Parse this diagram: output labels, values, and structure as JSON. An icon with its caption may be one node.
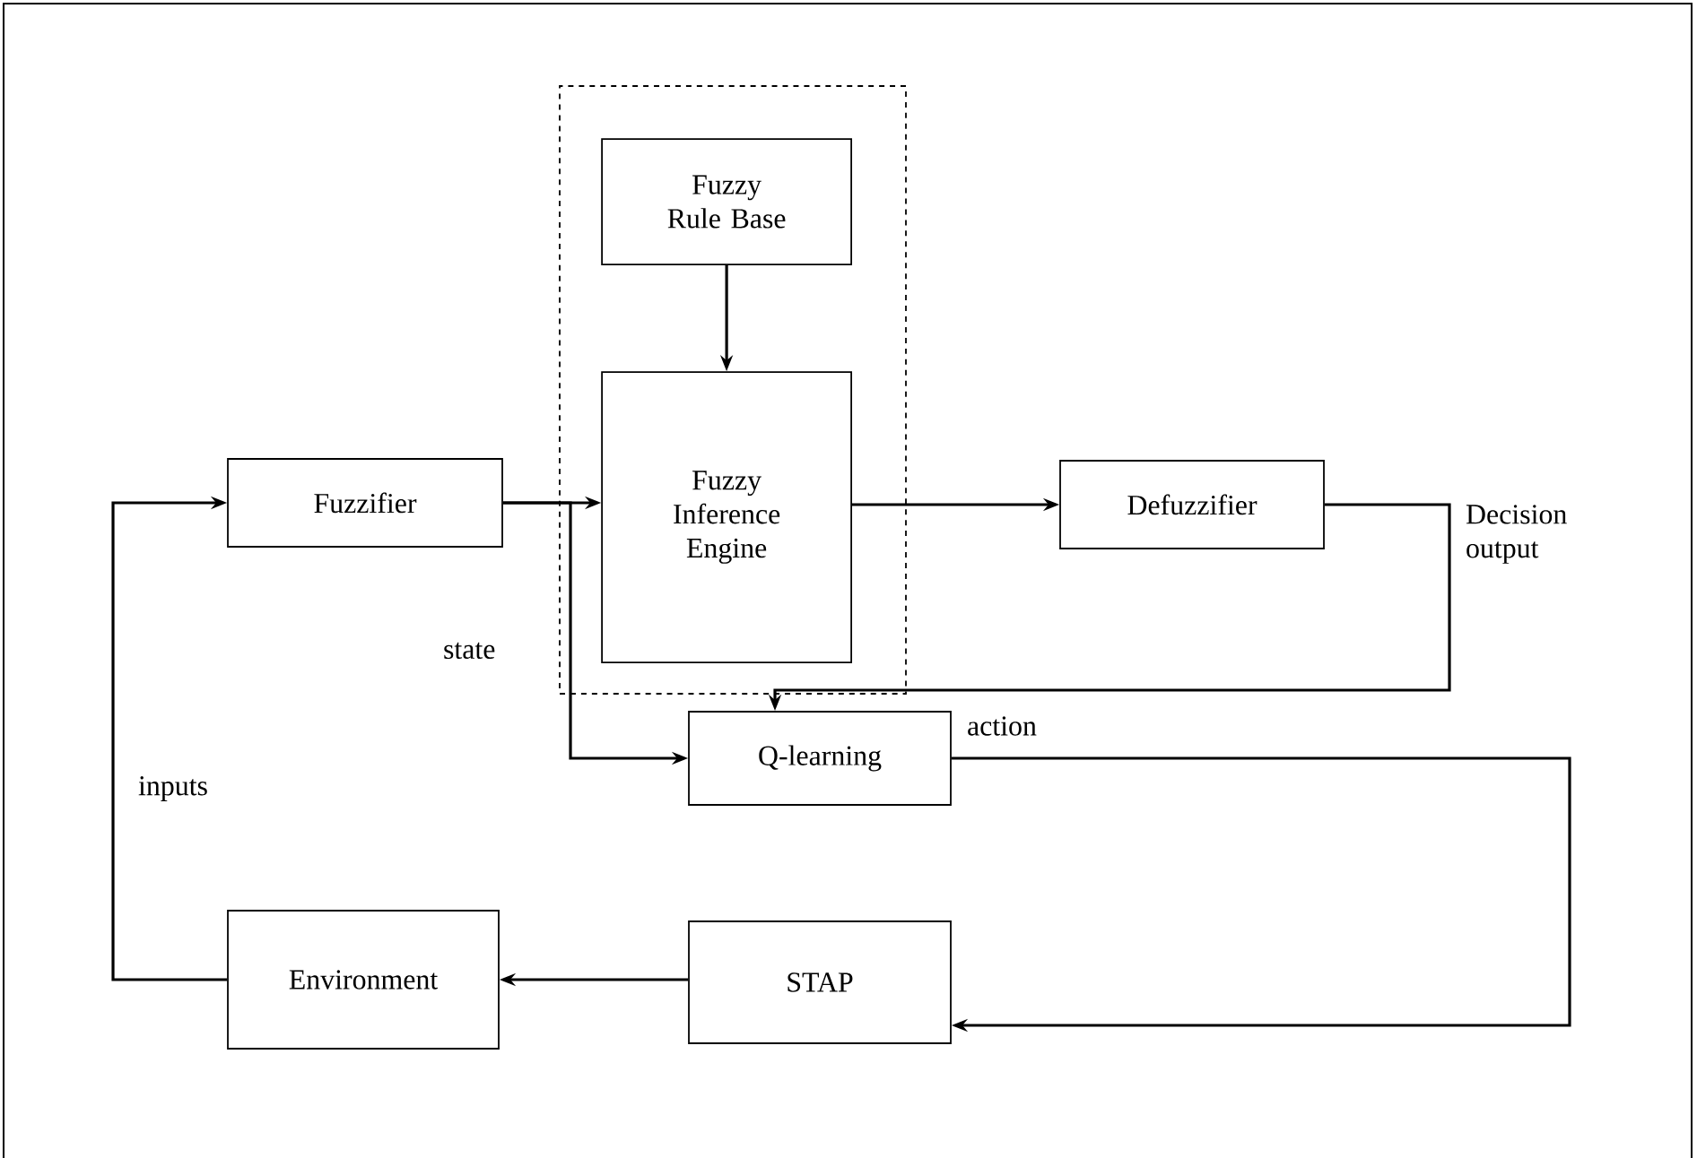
{
  "diagram": {
    "nodes": [
      {
        "text": [],
        "shape": "box"
      },
      {
        "text": [
          "Fuzzy Rule Base"
        ],
        "in": 0
      },
      {
        "text": [
          "Fuzzy Inference Engine"
        ],
        "in": 0
      },
      {
        "text": [
          "Fuzzifier"
        ]
      },
      {
        "text": [
          "Defuzzifier"
        ]
      },
      {
        "text": [
          "Q-learning"
        ]
      },
      {
        "text": [
          "STAP"
        ]
      },
      {
        "text": [
          "Environment"
        ]
      }
    ],
    "edges": [
      {
        "from": 1,
        "to": 2,
        "arrow": "to"
      },
      {
        "from": 3,
        "to": 2,
        "arrow": "to"
      },
      {
        "from": 2,
        "to": 4,
        "arrow": "to"
      },
      {
        "from": 3,
        "to": 5,
        "arrow": "to",
        "label": "state"
      },
      {
        "from": 4,
        "to": 5,
        "arrow": "to",
        "label": "Decision output"
      },
      {
        "from": 5,
        "to": 6,
        "arrow": "to",
        "label": "action"
      },
      {
        "from": 6,
        "to": 7,
        "arrow": "to"
      },
      {
        "from": 7,
        "to": 3,
        "arrow": "to",
        "label": "inputs"
      }
    ]
  }
}
